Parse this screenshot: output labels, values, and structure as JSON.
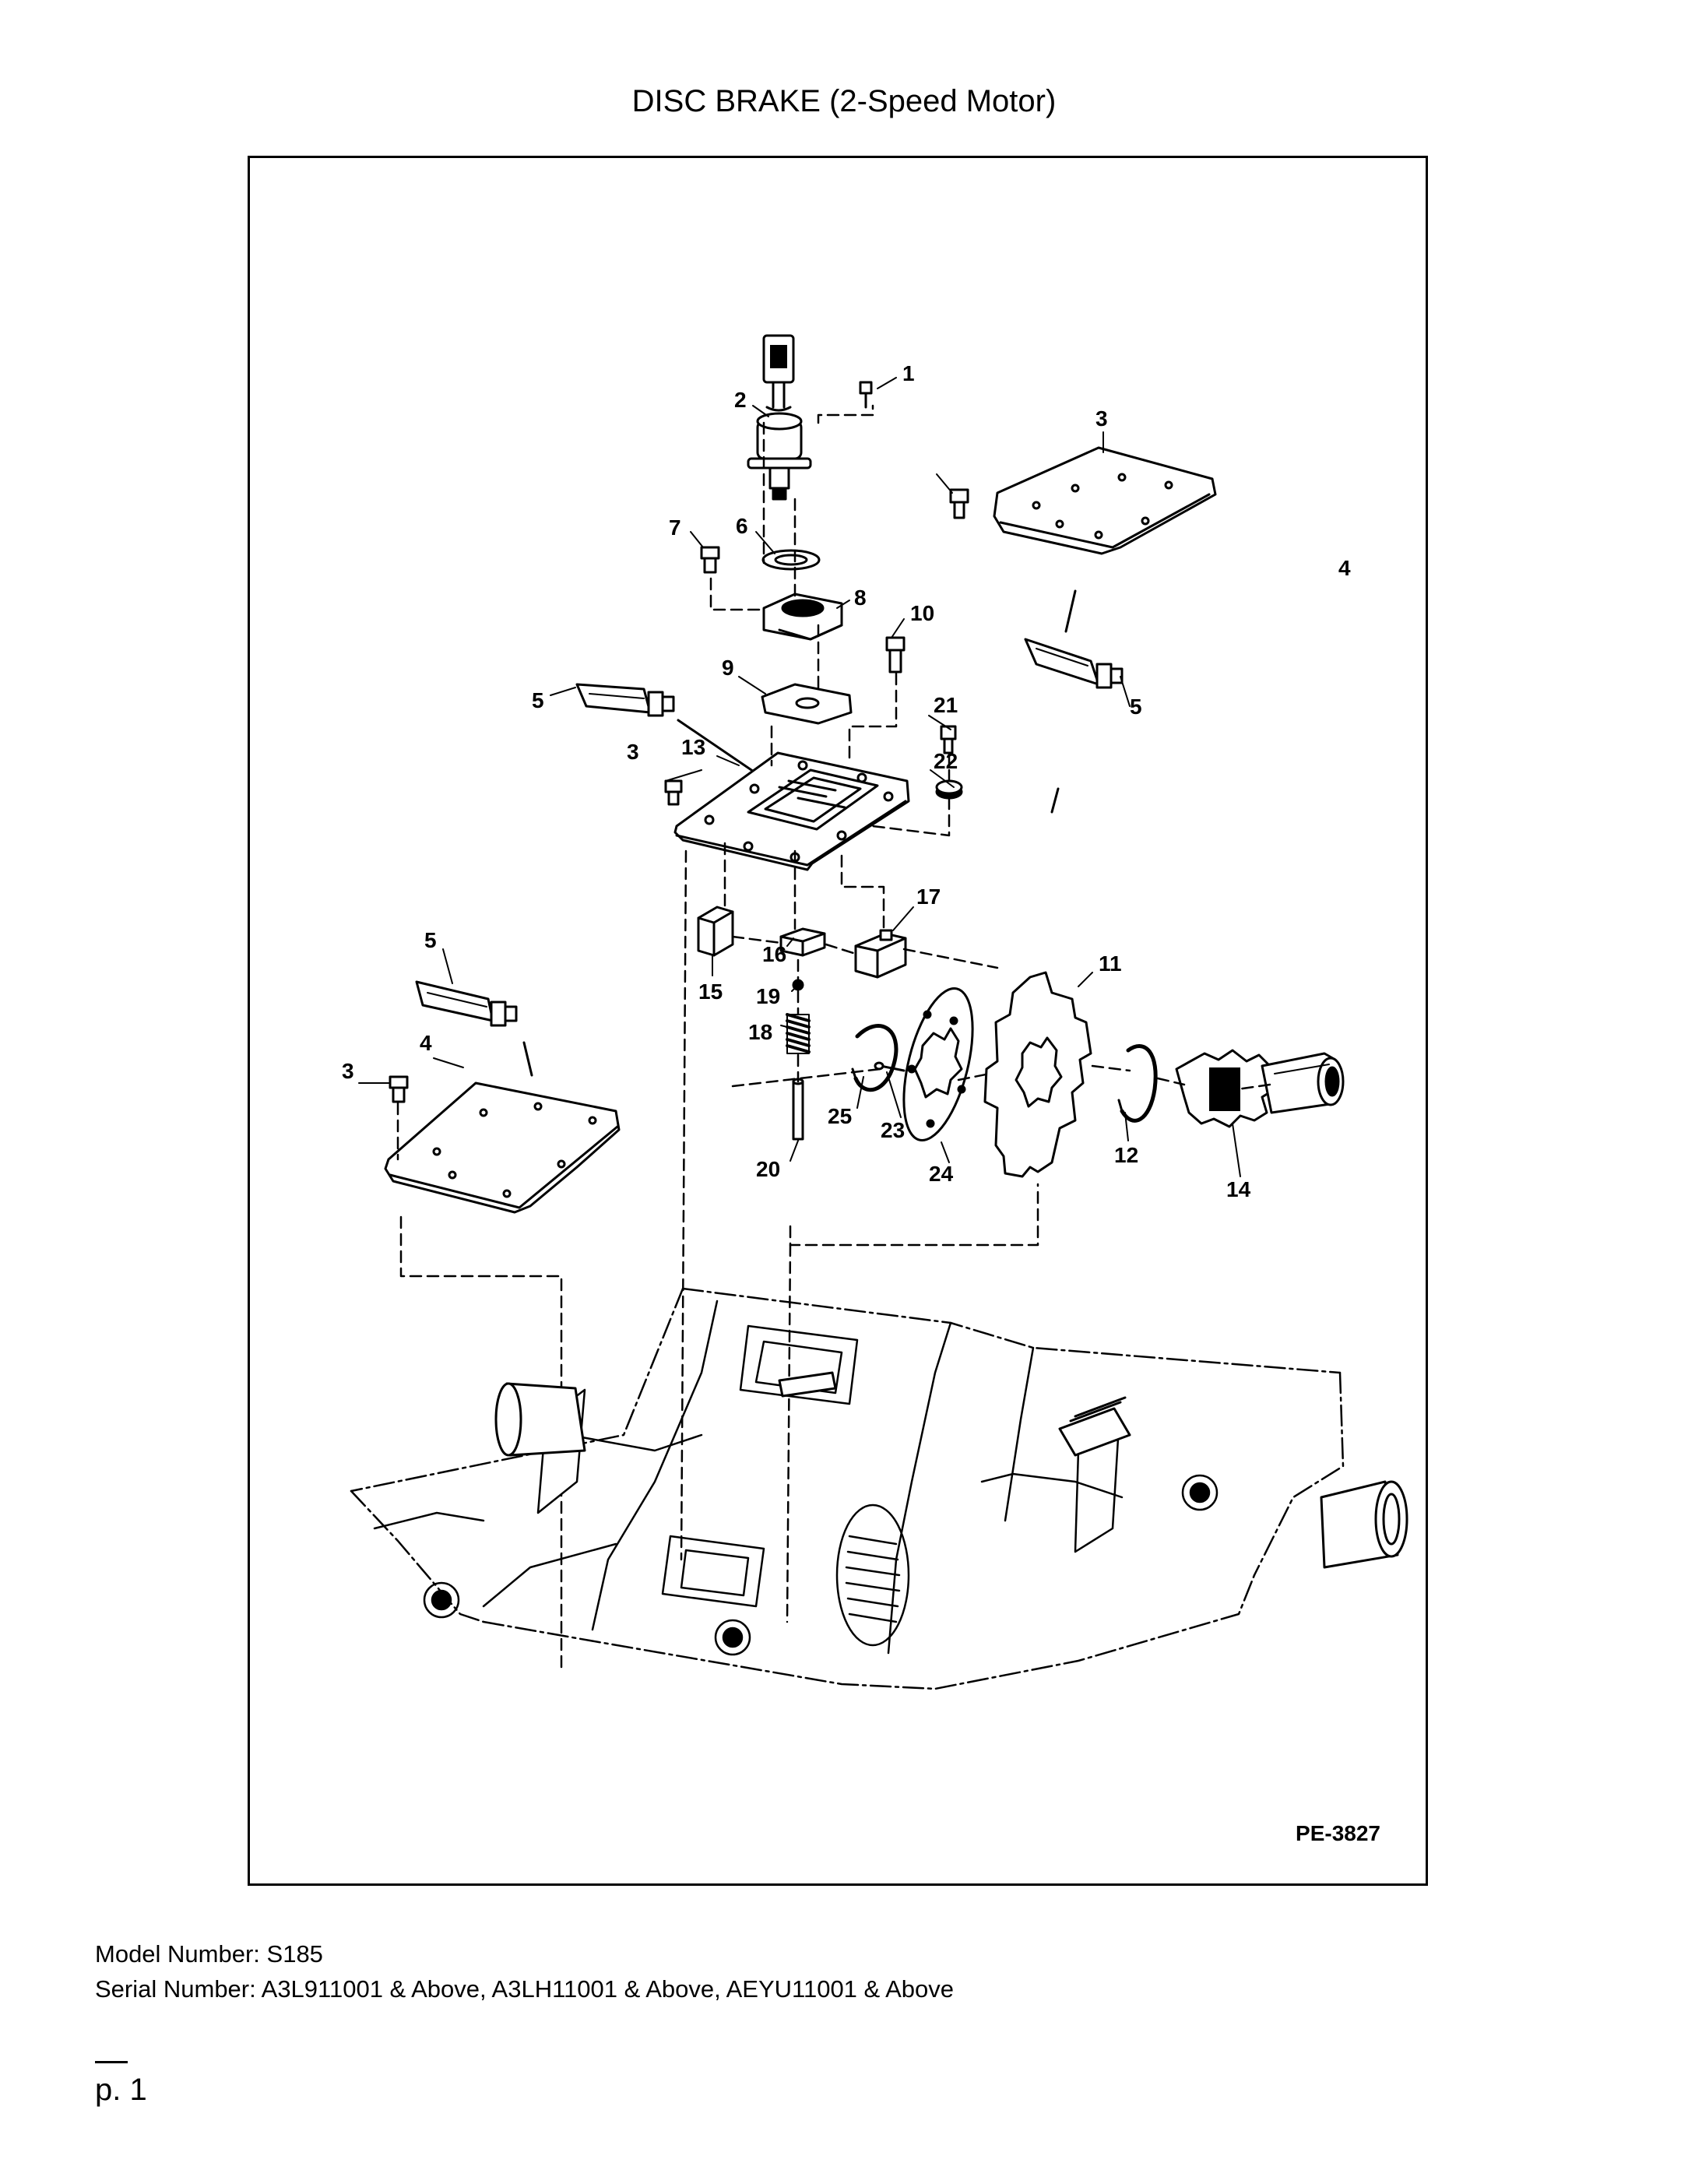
{
  "document": {
    "title": "DISC BRAKE (2-Speed Motor)",
    "figure_code": "PE-3827",
    "model_number": "Model Number: S185",
    "serial_number": "Serial Number: A3L911001 & Above, A3LH11001 & Above, AEYU11001 & Above",
    "page": "p. 1"
  },
  "callouts": [
    "1",
    "2",
    "3",
    "4",
    "7",
    "6",
    "8",
    "10",
    "9",
    "5",
    "5",
    "21",
    "3",
    "13",
    "22",
    "17",
    "5",
    "11",
    "16",
    "15",
    "19",
    "4",
    "3",
    "18",
    "25",
    "23",
    "24",
    "12",
    "14",
    "20"
  ]
}
